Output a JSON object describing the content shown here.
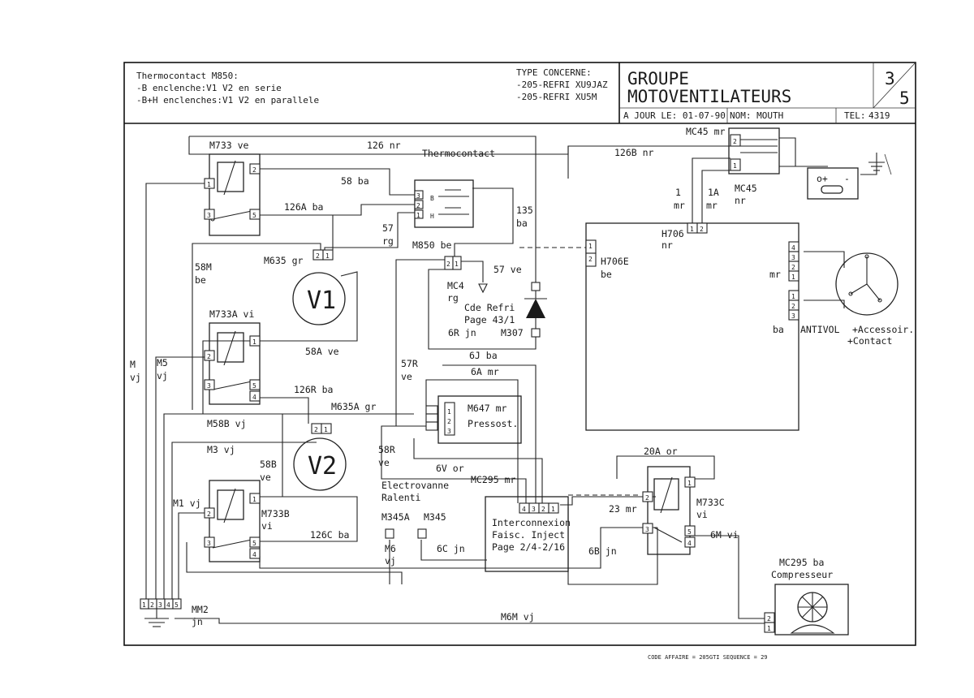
{
  "header": {
    "thermocontact_title": "Thermocontact M850:",
    "line_b": "-B enclenche:V1 V2 en serie",
    "line_bh": "-B+H enclenches:V1 V2 en parallele",
    "type_title": "TYPE CONCERNE:",
    "type_1": "-205-REFRI XU9JAZ",
    "type_2": "-205-REFRI XU5M",
    "title_1": "GROUPE",
    "title_2": "MOTOVENTILATEURS",
    "page_num": "3",
    "page_total": "5",
    "date_label": "A JOUR LE: 01-07-90",
    "name_label": "NOM: MOUTH",
    "tel_label": "TEL:",
    "tel_value": "4319"
  },
  "footer": {
    "top_mark": "",
    "code_affaire": "CODE AFFAIRE = 205GTI SEQUENCE = 29"
  },
  "components": {
    "m733": "M733 ve",
    "thermocontact": "Thermocontact",
    "m850": "M850 be",
    "m635": "M635 gr",
    "v1": "V1",
    "m733a": "M733A vi",
    "m635a": "M635A gr",
    "v2": "V2",
    "m733b": "M733B",
    "m733b_color": "vi",
    "mc4": "MC4",
    "mc4_color": "rg",
    "cde_refri_1": "Cde Refri",
    "cde_refri_2": "Page 43/1",
    "m307": "M307",
    "m647": "M647 mr",
    "pressost": "Pressost.",
    "electrovanne_1": "Electrovanne",
    "electrovanne_2": "Ralenti",
    "m345a": "M345A",
    "m345": "M345",
    "mc295_top": "MC295 mr",
    "interco_1": "Interconnexion",
    "interco_2": "Faisc. Inject",
    "interco_3": "Page 2/4-2/16",
    "mc45_top": "MC45 mr",
    "mc45": "MC45",
    "mc45_color": "nr",
    "h706": "H706",
    "h706_color": "nr",
    "h706e": "H706E",
    "h706e_color": "be",
    "antivol": "ANTIVOL",
    "accessoir": "+Accessoir.",
    "contact": "+Contact",
    "m733c": "M733C",
    "m733c_color": "vi",
    "mc295_bot": "MC295 ba",
    "compresseur": "Compresseur",
    "mm2": "MM2",
    "mm2_color": "jn",
    "relay_b": "B",
    "relay_h": "H",
    "mr_right": "mr",
    "ba_right": "ba"
  },
  "wires": {
    "w126nr": "126 nr",
    "w58ba": "58 ba",
    "w126Aba": "126A ba",
    "w57": "57",
    "w57rg": "rg",
    "w135": "135",
    "w135ba": "ba",
    "w57ve": "57 ve",
    "w58M": "58M",
    "w58Mbe": "be",
    "w58Ave": "58A ve",
    "w6Rjn": "6R jn",
    "w6Jba": "6J ba",
    "w57R": "57R",
    "w57Rve": "ve",
    "w6Amr": "6A mr",
    "wM": "M",
    "wMvj": "vj",
    "wM5": "M5",
    "wM5vj": "vj",
    "w126Rba": "126R ba",
    "wM58Bvj": "M58B vj",
    "wM3vj": "M3 vj",
    "w58B": "58B",
    "w58Bve": "ve",
    "w58R": "58R",
    "w58Rve": "ve",
    "w6Vor": "6V or",
    "wM1vj": "M1 vj",
    "w126Cba": "126C ba",
    "wM6": "M6",
    "wM6vj": "vj",
    "w6Cjn": "6C jn",
    "w6Bjn": "6B jn",
    "w126Bnr": "126B nr",
    "w1": "1",
    "w1mr": "mr",
    "w1A": "1A",
    "w1Amr": "mr",
    "w20Aor": "20A or",
    "w23mr": "23 mr",
    "w6Mvi": "6M vi",
    "wM6Mvj": "M6M vj"
  }
}
